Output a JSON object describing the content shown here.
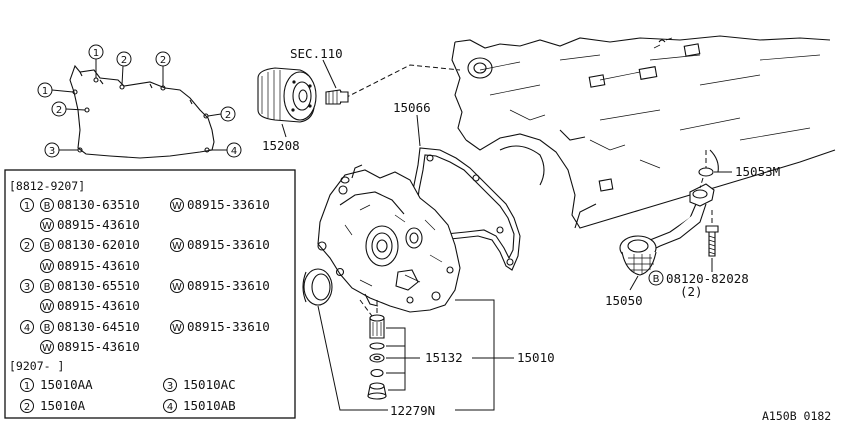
{
  "part_labels": {
    "sec": "SEC.110",
    "p15208": "15208",
    "p15066": "15066",
    "p15053m": "15053M",
    "p15050": "15050",
    "p15132": "15132",
    "p15010": "15010",
    "p12279n": "12279N",
    "bolt_b": "B",
    "bolt_num": "08120-82028",
    "bolt_qty": "(2)"
  },
  "gasket_callouts": [
    "1",
    "2",
    "2",
    "1",
    "2",
    "2",
    "3",
    "4"
  ],
  "table": {
    "period1": "[8812-9207]",
    "period2": "[9207-      ]",
    "rows": [
      {
        "n": "1",
        "b": "B",
        "bnum": "08130-63510",
        "w1": "W",
        "w1num": "08915-33610",
        "w2": "W",
        "w2num": "08915-43610"
      },
      {
        "n": "2",
        "b": "B",
        "bnum": "08130-62010",
        "w1": "W",
        "w1num": "08915-33610",
        "w2": "W",
        "w2num": "08915-43610"
      },
      {
        "n": "3",
        "b": "B",
        "bnum": "08130-65510",
        "w1": "W",
        "w1num": "08915-33610",
        "w2": "W",
        "w2num": "08915-43610"
      },
      {
        "n": "4",
        "b": "B",
        "bnum": "08130-64510",
        "w1": "W",
        "w1num": "08915-33610",
        "w2": "W",
        "w2num": "08915-43610"
      }
    ],
    "parts2": [
      {
        "n": "1",
        "part": "15010AA"
      },
      {
        "n": "3",
        "part": "15010AC"
      },
      {
        "n": "2",
        "part": "15010A"
      },
      {
        "n": "4",
        "part": "15010AB"
      }
    ]
  },
  "figure_code": "A150B 0182"
}
